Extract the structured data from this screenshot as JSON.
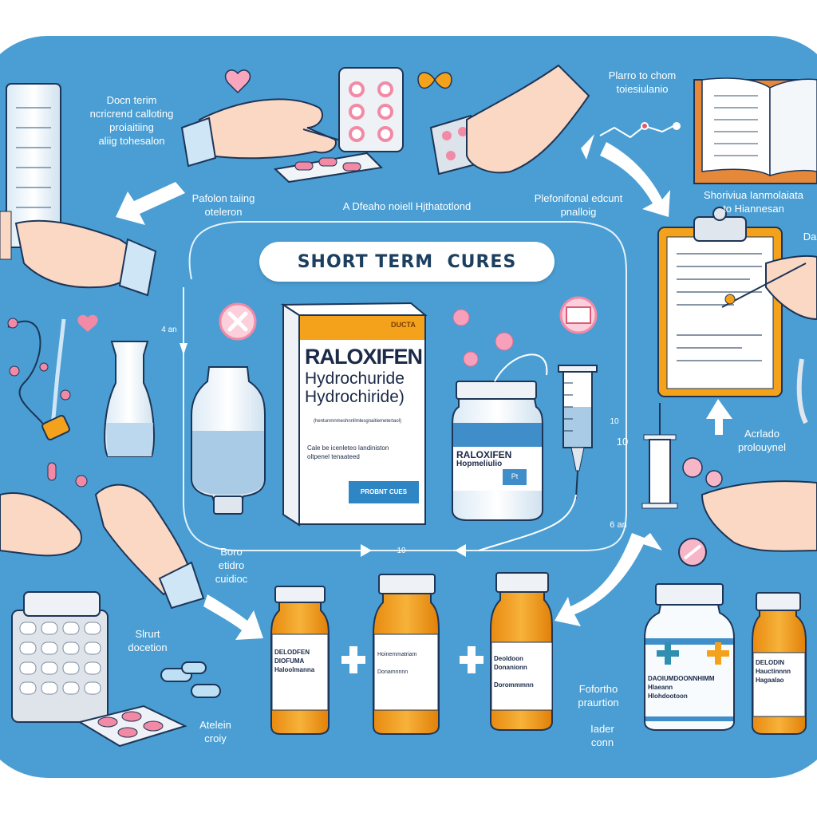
{
  "title": "SHORT TERM  CURES",
  "labels": [
    {
      "id": "top-left-note",
      "text": "Docn terim\nncricrend calloting\nproiaitiing\naliig tohesalon"
    },
    {
      "id": "hand-note",
      "text": "Pafolon taiing\noteleron"
    },
    {
      "id": "center-top-note",
      "text": "A Dfeaho noiell Hjthatotlond"
    },
    {
      "id": "top-right-note",
      "text": "Plarro to chom\ntoiesiulanio"
    },
    {
      "id": "arrow-note",
      "text": "Plefonifonal edcunt\npnalloig"
    },
    {
      "id": "book-note",
      "text": "Shoriviua Ianmolaiata\nto Hiannesan"
    },
    {
      "id": "edge-note",
      "text": "Da"
    },
    {
      "id": "loop-left-note",
      "text": "4 an"
    },
    {
      "id": "loop-right-note-1",
      "text": "10"
    },
    {
      "id": "loop-right-note-2",
      "text": "6 an"
    },
    {
      "id": "loop-bottom-note",
      "text": "10"
    },
    {
      "id": "up-arrow-note",
      "text": "Acrlado\nprolouynel"
    },
    {
      "id": "bottom-hand-note",
      "text": "Boro\netidro\ncuidioc"
    },
    {
      "id": "short-duration-note",
      "text": "Slrurt\ndocetion"
    },
    {
      "id": "blister-note",
      "text": "Atelein\ncroiy"
    },
    {
      "id": "prevention-note",
      "text": "Fofortho\npraurtion"
    },
    {
      "id": "bottom-right-note",
      "text": "Iader\nconn"
    }
  ],
  "medicine_box": {
    "brand_tag": "DUCTA",
    "name": "RALOXIFEN",
    "line2": "Hydrochuride",
    "line3": "Hydrochiride)",
    "subtitle": "(hentunmnmeshnnllmlesgnaitiemetertaol)",
    "description": "Cale be icenleteo landiniston\noltpenel tenaateed",
    "button_label": "PROBNT CUES"
  },
  "vial": {
    "name": "RALOXIFEN",
    "line2": "Hopmeliulio",
    "tag": "Pt"
  },
  "bottles": [
    {
      "text": "DELODFEN\nDIOFUMA\nHaloolmanna"
    },
    {
      "text": "Hoinemmatriam\n\nDonamnnnn"
    },
    {
      "text": "Deoldoon\nDonanionn\n\nDorommmnn"
    },
    {
      "text": "DAOIUMDOONNHIMM\nHlaeann\nHlohdootoon"
    },
    {
      "text": "DELODIN\nHauctinnnn\nHagaalao"
    }
  ],
  "colors": {
    "background": "#4a9ed3",
    "outline": "#1d3557",
    "accent_orange": "#f4a21b",
    "pink": "#f28aa6",
    "skin": "#fbd8c4",
    "title_text": "#1c3f5f"
  }
}
